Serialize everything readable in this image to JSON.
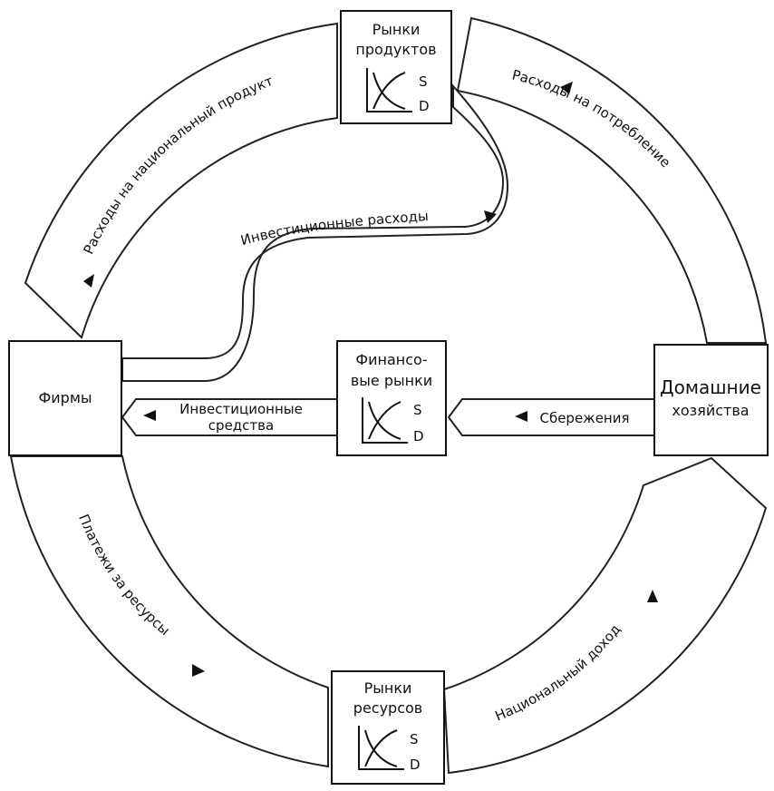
{
  "boxes": {
    "product_markets": {
      "line1": "Рынки",
      "line2": "продуктов",
      "s": "S",
      "d": "D"
    },
    "financial_markets": {
      "line1": "Финансо-",
      "line2": "вые рынки",
      "s": "S",
      "d": "D"
    },
    "resource_markets": {
      "line1": "Рынки",
      "line2": "ресурсов",
      "s": "S",
      "d": "D"
    },
    "firms": {
      "label": "Фирмы"
    },
    "households": {
      "line1": "Домашние",
      "line2": "хозяйства"
    }
  },
  "flows": {
    "national_product_spending": "Расходы на национальный продукт",
    "consumption_spending": "Расходы на потребление",
    "investment_spending": "Инвестиционные расходы",
    "investment_funds_line1": "Инвестиционные",
    "investment_funds_line2": "средства",
    "savings": "Сбережения",
    "resource_payments": "Платежи за ресурсы",
    "national_income": "Национальный доход"
  }
}
